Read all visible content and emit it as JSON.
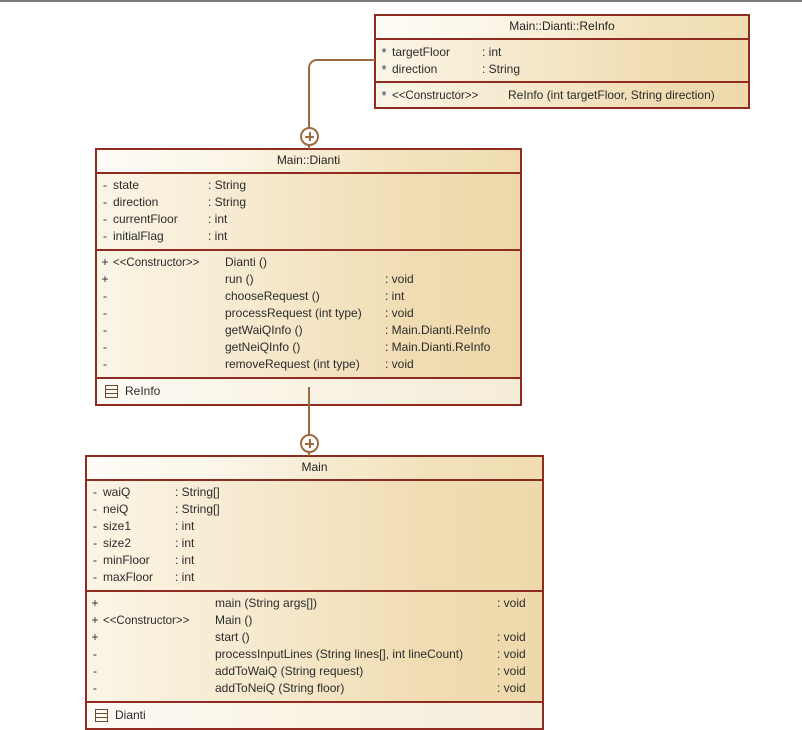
{
  "diagram": {
    "type": "uml-class-diagram",
    "background": "#ffffff",
    "border_color": "#8f2b20",
    "connector_color": "#9b6b3f"
  },
  "classes": [
    {
      "id": "reinfo",
      "title": "Main::Dianti::ReInfo",
      "attributes": [
        {
          "vis": "*",
          "name": "targetFloor",
          "type": ": int"
        },
        {
          "vis": "*",
          "name": "direction",
          "type": ": String"
        }
      ],
      "operations": [
        {
          "vis": "*",
          "stereotype": "<<Constructor>>",
          "name": "ReInfo (int targetFloor, String direction)",
          "rtype": ""
        }
      ],
      "nested": []
    },
    {
      "id": "dianti",
      "title": "Main::Dianti",
      "attributes": [
        {
          "vis": "-",
          "name": "state",
          "type": ": String"
        },
        {
          "vis": "-",
          "name": "direction",
          "type": ": String"
        },
        {
          "vis": "-",
          "name": "currentFloor",
          "type": ": int"
        },
        {
          "vis": "-",
          "name": "initialFlag",
          "type": ": int"
        }
      ],
      "operations": [
        {
          "vis": "+",
          "stereotype": "<<Constructor>>",
          "name": "Dianti ()",
          "rtype": ""
        },
        {
          "vis": "+",
          "stereotype": "",
          "name": "run ()",
          "rtype": ": void"
        },
        {
          "vis": "-",
          "stereotype": "",
          "name": "chooseRequest ()",
          "rtype": ": int"
        },
        {
          "vis": "-",
          "stereotype": "",
          "name": "processRequest (int type)",
          "rtype": ": void"
        },
        {
          "vis": "-",
          "stereotype": "",
          "name": "getWaiQInfo ()",
          "rtype": ": Main.Dianti.ReInfo"
        },
        {
          "vis": "-",
          "stereotype": "",
          "name": "getNeiQInfo ()",
          "rtype": ": Main.Dianti.ReInfo"
        },
        {
          "vis": "-",
          "stereotype": "",
          "name": "removeRequest (int type)",
          "rtype": ": void"
        }
      ],
      "nested": [
        {
          "icon": "nested-class-icon",
          "label": "ReInfo"
        }
      ]
    },
    {
      "id": "main",
      "title": "Main",
      "attributes": [
        {
          "vis": "-",
          "name": "waiQ",
          "type": ": String[]"
        },
        {
          "vis": "-",
          "name": "neiQ",
          "type": ": String[]"
        },
        {
          "vis": "-",
          "name": "size1",
          "type": ": int"
        },
        {
          "vis": "-",
          "name": "size2",
          "type": ": int"
        },
        {
          "vis": "-",
          "name": "minFloor",
          "type": ": int"
        },
        {
          "vis": "-",
          "name": "maxFloor",
          "type": ": int"
        }
      ],
      "operations": [
        {
          "vis": "+",
          "stereotype": "",
          "name": "main (String args[])",
          "rtype": ": void"
        },
        {
          "vis": "+",
          "stereotype": "<<Constructor>>",
          "name": "Main ()",
          "rtype": ""
        },
        {
          "vis": "+",
          "stereotype": "",
          "name": "start ()",
          "rtype": ": void"
        },
        {
          "vis": "-",
          "stereotype": "",
          "name": "processInputLines (String lines[], int lineCount)",
          "rtype": ": void"
        },
        {
          "vis": "-",
          "stereotype": "",
          "name": "addToWaiQ (String request)",
          "rtype": ": void"
        },
        {
          "vis": "-",
          "stereotype": "",
          "name": "addToNeiQ (String floor)",
          "rtype": ": void"
        }
      ],
      "nested": [
        {
          "icon": "nested-class-icon",
          "label": "Dianti"
        }
      ]
    }
  ],
  "connectors": [
    {
      "id": "reinfo-to-dianti",
      "kind": "nesting",
      "symbol": "+",
      "from": "reinfo",
      "to": "dianti"
    },
    {
      "id": "dianti-to-main",
      "kind": "nesting",
      "symbol": "+",
      "from": "dianti",
      "to": "main"
    }
  ]
}
